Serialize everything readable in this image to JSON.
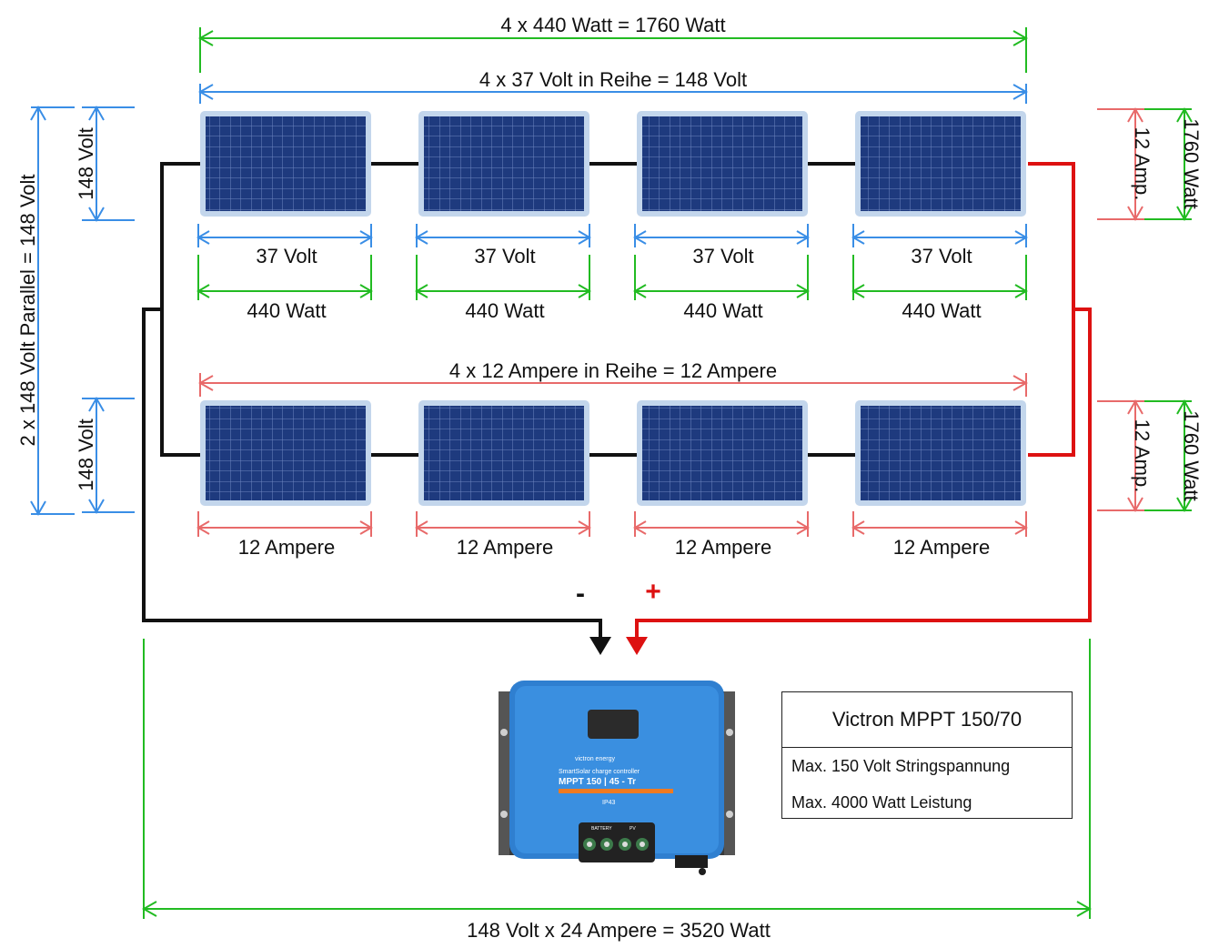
{
  "top": {
    "total_power": "4 x 440 Watt = 1760 Watt",
    "series_voltage": "4 x 37 Volt in Reihe = 148 Volt"
  },
  "row1_panels": [
    {
      "voltage": "37 Volt",
      "power": "440 Watt"
    },
    {
      "voltage": "37 Volt",
      "power": "440 Watt"
    },
    {
      "voltage": "37 Volt",
      "power": "440 Watt"
    },
    {
      "voltage": "37 Volt",
      "power": "440 Watt"
    }
  ],
  "middle": {
    "series_current": "4 x 12 Ampere in Reihe = 12 Ampere"
  },
  "row2_panels": [
    {
      "current": "12 Ampere"
    },
    {
      "current": "12 Ampere"
    },
    {
      "current": "12 Ampere"
    },
    {
      "current": "12 Ampere"
    }
  ],
  "left": {
    "string1_voltage": "148 Volt",
    "string2_voltage": "148 Volt",
    "parallel_voltage": "2 x 148 Volt Parallel = 148 Volt"
  },
  "right": {
    "string1_current": "12 Amp.",
    "string1_power": "1760 Watt",
    "string2_current": "12 Amp.",
    "string2_power": "1760 Watt"
  },
  "polarity": {
    "minus": "-",
    "plus": "+"
  },
  "controller": {
    "device_brand": "victron energy",
    "device_subtitle": "SmartSolar charge controller",
    "device_model": "MPPT 150 | 45 - Tr",
    "device_rating": "IP43",
    "device_terminal_battery": "BATTERY",
    "device_terminal_pv": "PV"
  },
  "info": {
    "title": "Victron MPPT 150/70",
    "line1": "Max. 150 Volt Stringspannung",
    "line2": "Max. 4000 Watt Leistung"
  },
  "bottom": {
    "total": "148 Volt x 24 Ampere = 3520 Watt"
  },
  "colors": {
    "green": "#22bb22",
    "blue": "#3a8ee6",
    "red_dim": "#e86a6a",
    "wire_red": "#dd1111",
    "wire_black": "#111111",
    "panel_frame": "#b8cfe8",
    "panel_cell": "#1f3a80",
    "controller_blue": "#2f7fd0"
  }
}
